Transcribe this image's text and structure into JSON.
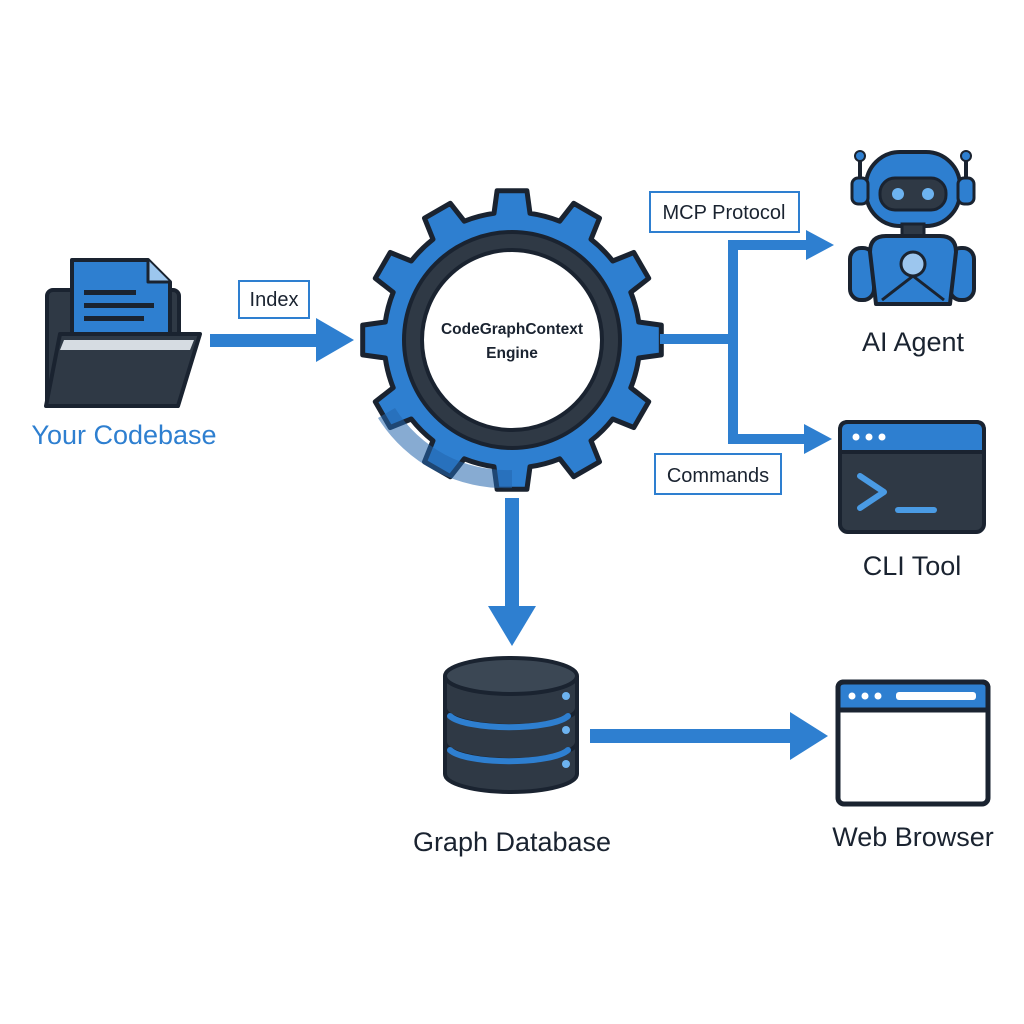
{
  "colors": {
    "accent": "#2e7fd0",
    "dark": "#2f3945",
    "outline": "#1a2330",
    "codebase_label": "#2e7fd0"
  },
  "nodes": {
    "codebase": {
      "label": "Your Codebase",
      "icon": "folder-document-icon"
    },
    "engine": {
      "line1": "CodeGraphContext",
      "line2": "Engine",
      "icon": "gear-icon"
    },
    "ai_agent": {
      "label": "AI Agent",
      "icon": "robot-icon"
    },
    "cli_tool": {
      "label": "CLI Tool",
      "icon": "terminal-icon"
    },
    "graph_db": {
      "label": "Graph Database",
      "icon": "database-icon"
    },
    "web_browser": {
      "label": "Web Browser",
      "icon": "browser-window-icon"
    }
  },
  "edges": {
    "index": "Index",
    "mcp": "MCP Protocol",
    "commands": "Commands"
  }
}
